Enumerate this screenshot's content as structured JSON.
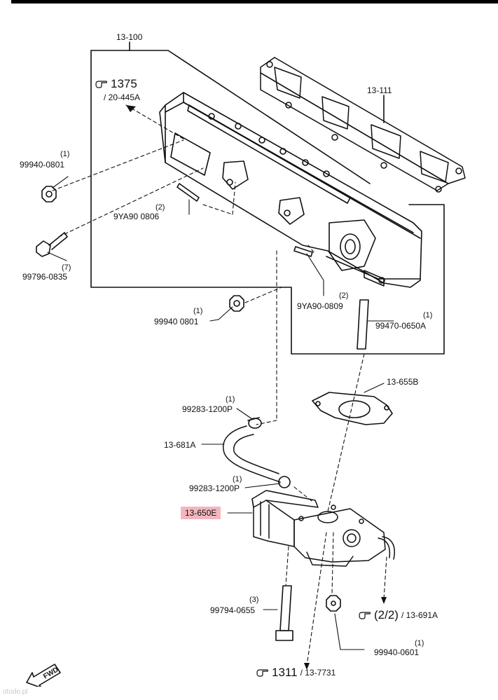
{
  "parts": {
    "manifold": {
      "no": "13-100"
    },
    "gasket_manifold": {
      "no": "13-111"
    },
    "ref_1375": {
      "big": "1375",
      "sub": "/ 20-445A"
    },
    "nut_top": {
      "no": "99940-0801",
      "qty": "(1)"
    },
    "stud_left": {
      "no": "9YA90 0806",
      "qty": "(2)"
    },
    "bolt_left": {
      "no": "99796-0835",
      "qty": "(7)"
    },
    "nut_mid": {
      "no": "99940 0801",
      "qty": "(1)"
    },
    "stud_right": {
      "no": "9YA90-0809",
      "qty": "(2)"
    },
    "stud_long": {
      "no": "99470-0650A",
      "qty": "(1)"
    },
    "gasket_egr": {
      "no": "13-655B"
    },
    "clamp_upper": {
      "no": "99283-1200P",
      "qty": "(1)"
    },
    "hose": {
      "no": "13-681A"
    },
    "clamp_lower": {
      "no": "99283-1200P",
      "qty": "(1)"
    },
    "egr_cooler": {
      "no": "13-650E"
    },
    "bolt_bottom": {
      "no": "99794-0655",
      "qty": "(3)"
    },
    "ref_22": {
      "big": "(2/2)",
      "sub": "/ 13-691A"
    },
    "nut_bottom": {
      "no": "99940-0601",
      "qty": "(1)"
    },
    "ref_1311": {
      "big": "1311",
      "sub": "/ 13-7731"
    }
  },
  "fwd_label": "FWD",
  "watermark": "otodo.pl",
  "colors": {
    "highlight": "#f4b6be",
    "line": "#111111"
  },
  "icons": [
    "pointing-hand-icon",
    "fwd-arrow-icon"
  ]
}
